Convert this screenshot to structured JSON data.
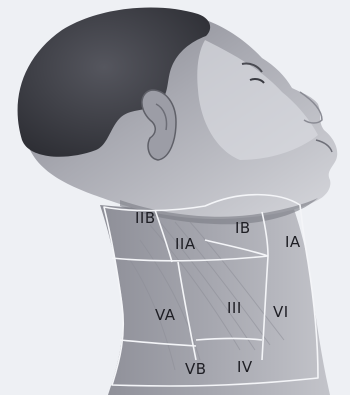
{
  "levels": {
    "IIB": "IIB",
    "IB": "IB",
    "IIA": "IIA",
    "IA": "IA",
    "VA": "VA",
    "III": "III",
    "VI": "VI",
    "VB": "VB",
    "IV": "IV"
  },
  "colors": {
    "background": "#eef0f4",
    "skin_light": "#cfd0d6",
    "skin_dark": "#6a6b74",
    "hair": "#3c3d44",
    "region_outline": "#f4f5f8",
    "label": "#1e1e24"
  }
}
